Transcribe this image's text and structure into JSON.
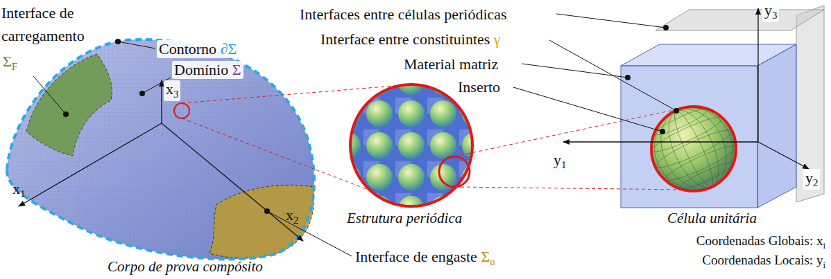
{
  "diagram": {
    "labels": [
      "Interface de carregamento",
      "Σ",
      "F",
      "Contorno",
      "∂Σ",
      "Domínio",
      "Σ",
      "x",
      "3",
      "x",
      "1",
      "x",
      "2",
      "Corpo de prova compósito",
      "Interface de engaste",
      "Σ",
      "u",
      "Estrutura periódica",
      "Interfaces entre células periódicas",
      "Interface entre constituintes",
      "γ",
      "Material matriz",
      "Inserto",
      "y",
      "3",
      "y",
      "1",
      "y",
      "2",
      "Célula unitária",
      "Coordenadas Globais:",
      "x",
      "i",
      "Coordenadas Locais:",
      "y",
      "i"
    ]
  }
}
